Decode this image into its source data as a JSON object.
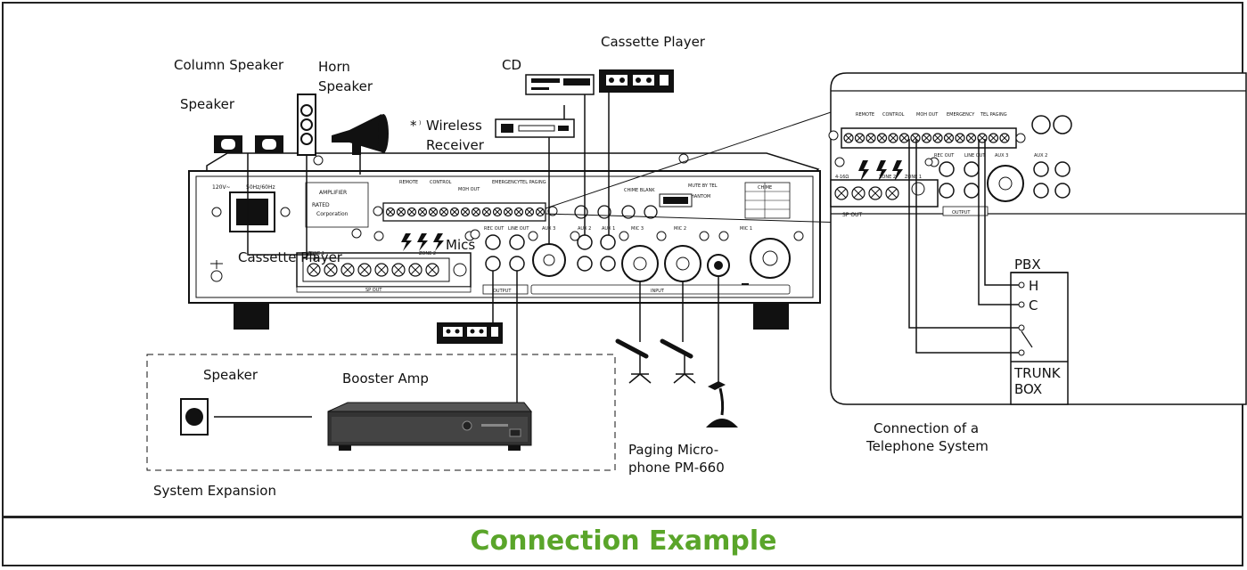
{
  "labels": {
    "column_speaker": "Column  Speaker",
    "horn_speaker_line1": "Horn",
    "horn_speaker_line2": "Speaker",
    "speaker_top": "Speaker",
    "cd": "CD",
    "cassette_top": "Cassette Player",
    "wireless_star": "*",
    "wireless_sup": ")",
    "wireless_line1": "Wireless",
    "wireless_line2": "Receiver",
    "mics": "Mics",
    "cassette_bottom": "Cassette Player",
    "speaker_exp": "Speaker",
    "booster_amp": "Booster Amp",
    "system_expansion": "System Expansion",
    "paging_line1": "Paging Micro-",
    "paging_line2": "phone PM-660",
    "telephone_line1": "Connection of a",
    "telephone_line2": "Telephone System",
    "pbx": "PBX",
    "pbx_h": "H",
    "pbx_c": "C",
    "trunk_line1": "TRUNK",
    "trunk_line2": "BOX"
  },
  "panel": {
    "voltage": "120V~",
    "freq": "50Hz/60Hz",
    "amplifier": "AMPLIFIER",
    "rated": "RATED",
    "corporation": "Corporation",
    "remote": "REMOTE",
    "control": "CONTROL",
    "moh_out": "MOH OUT",
    "emergency": "EMERGENCY",
    "tel_paging": "TEL PAGING",
    "chime_blank": "CHIME BLANK",
    "mute_by_tel": "MUTE BY TEL",
    "phantom": "PHANTOM",
    "chime": "CHIME",
    "rec_out": "REC OUT",
    "line_out": "LINE OUT",
    "aux3": "AUX 3",
    "aux2": "AUX 2",
    "aux1": "AUX 1",
    "mic3": "MIC 3",
    "mic2": "MIC 2",
    "mic1": "MIC 1",
    "output": "OUTPUT",
    "input": "INPUT",
    "sp_out": "SP OUT",
    "zone2": "ZONE 2",
    "zone1": "ZONE 1",
    "ohm": "4-16Ω"
  },
  "footer": {
    "title": "Connection Example"
  }
}
